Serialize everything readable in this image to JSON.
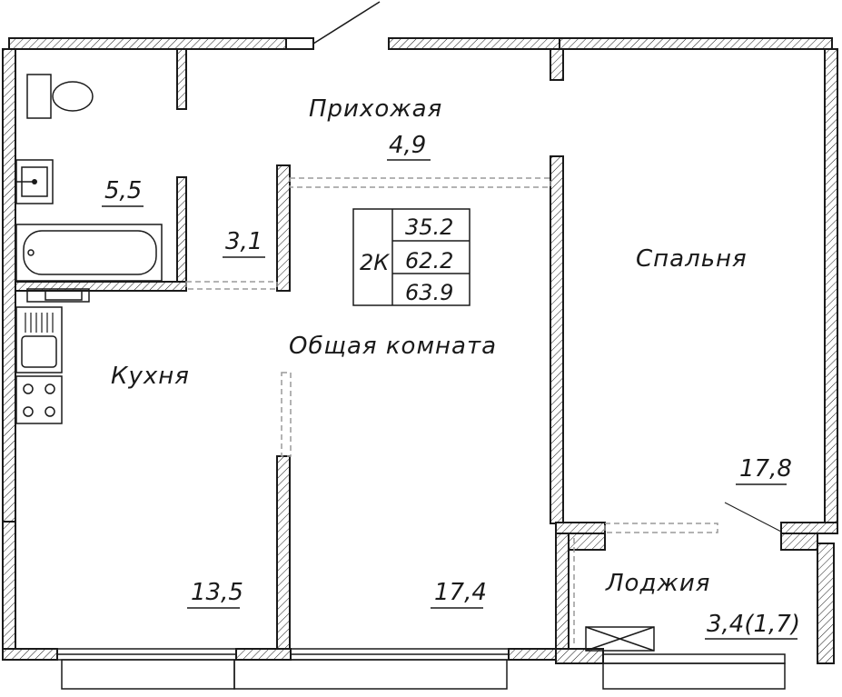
{
  "apartment": {
    "type_label": "2К",
    "living_area": "35.2",
    "total_area": "62.2",
    "total_with_loggia": "63.9"
  },
  "rooms": {
    "hallway": {
      "name": "Прихожая",
      "area": "4,9"
    },
    "bathroom": {
      "area": "5,5"
    },
    "closet": {
      "area": "3,1"
    },
    "kitchen": {
      "name": "Кухня",
      "area": "13,5"
    },
    "living_room": {
      "name": "Общая комната",
      "area": "17,4"
    },
    "bedroom": {
      "name": "Спальня",
      "area": "17,8"
    },
    "loggia": {
      "name": "Лоджия",
      "area": "3,4(1,7)"
    }
  },
  "colors": {
    "line": "#1a1a1a",
    "dashed": "#9a9a9a",
    "background": "#ffffff"
  }
}
